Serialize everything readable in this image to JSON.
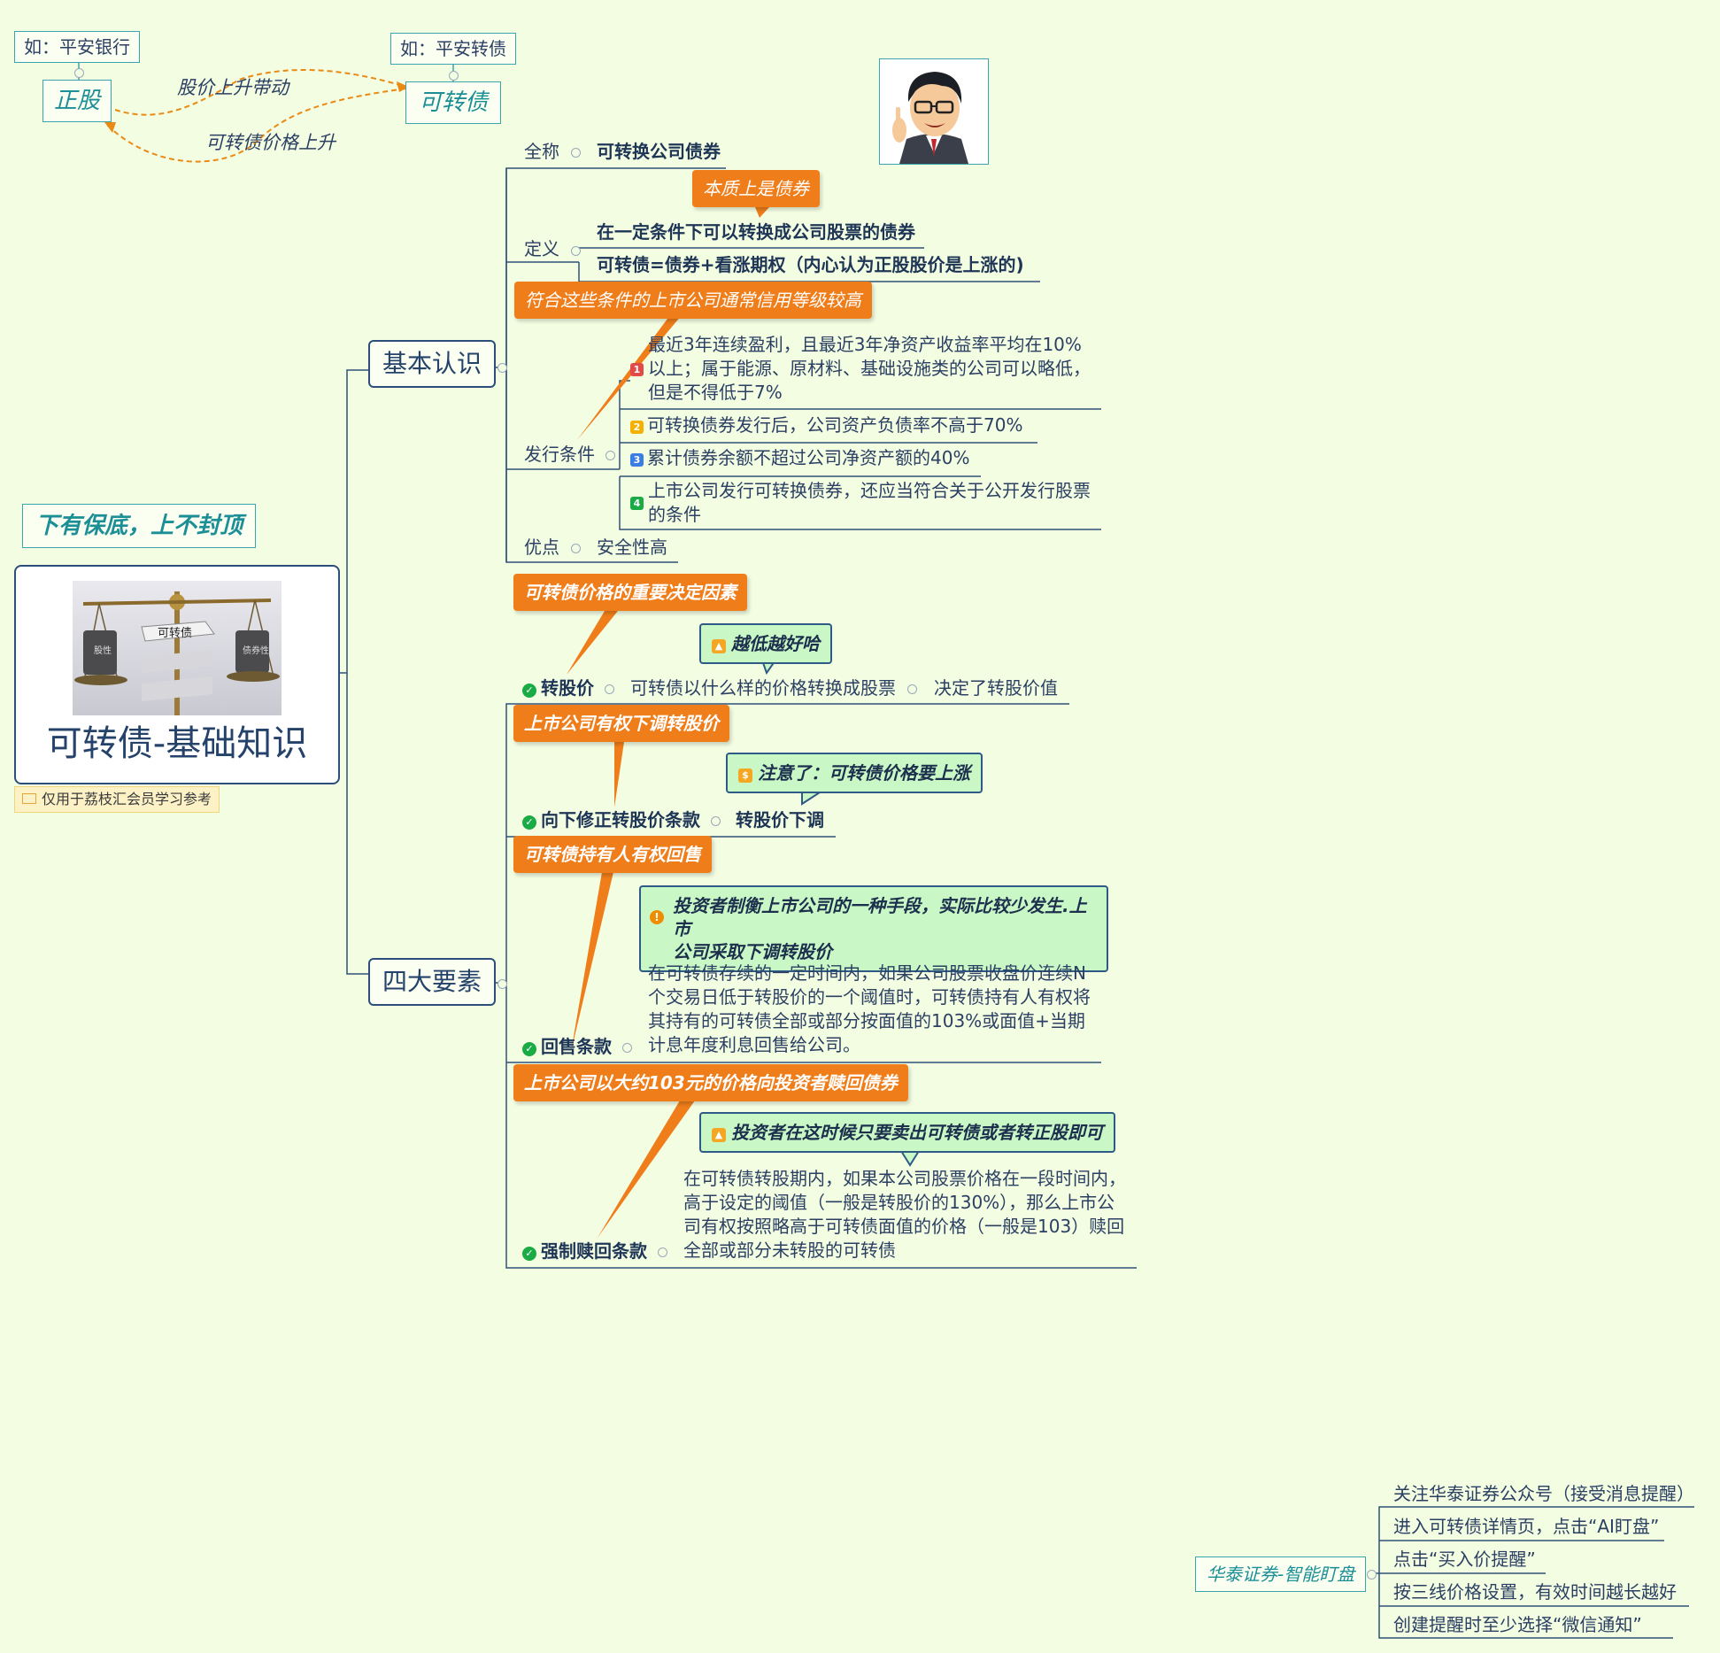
{
  "central": {
    "slogan": "下有保底，上不封顶",
    "title": "可转债-基础知识",
    "note": "仅用于荔枝汇会员学习参考",
    "image_label_center": "可转债",
    "image_label_left": "股性",
    "image_label_right": "债券性"
  },
  "top_relation": {
    "stock_example": "如：平安银行",
    "stock": "正股",
    "bond_example": "如：平安转债",
    "bond": "可转债",
    "arrow_up_label": "股价上升带动",
    "arrow_back_label": "可转债价格上升"
  },
  "basic": {
    "topic": "基本认识",
    "fullname_label": "全称",
    "fullname_value": "可转换公司债券",
    "definition_tag": "本质上是债券",
    "definition_label": "定义",
    "definition_1": "在一定条件下可以转换成公司股票的债券",
    "definition_2": "可转债=债券+看涨期权（内心认为正股股价是上涨的)",
    "issue_tag": "符合这些条件的上市公司通常信用等级较高",
    "issue_label": "发行条件",
    "cond_1_num": "1",
    "cond_1_lines": [
      "最近3年连续盈利，且最近3年净资产收益率平均在10%",
      "以上；属于能源、原材料、基础设施类的公司可以略低，",
      "但是不得低于7%"
    ],
    "cond_2_num": "2",
    "cond_2": "可转换债券发行后，公司资产负债率不高于70%",
    "cond_3_num": "3",
    "cond_3": "累计债券余额不超过公司净资产额的40%",
    "cond_4_num": "4",
    "cond_4_lines": [
      "上市公司发行可转换债券，还应当符合关于公开发行股票",
      "的条件"
    ],
    "advantage_label": "优点",
    "advantage_value": "安全性高"
  },
  "elements": {
    "topic": "四大要素",
    "conv_tag": "可转债价格的重要决定因素",
    "conv_callout": "越低越好哈",
    "conv_label": "转股价",
    "conv_desc": "可转债以什么样的价格转换成股票",
    "conv_result": "决定了转股价值",
    "down_tag": "上市公司有权下调转股价",
    "down_callout": "注意了：可转债价格要上涨",
    "down_label": "向下修正转股价条款",
    "down_result": "转股价下调",
    "put_tag": "可转债持有人有权回售",
    "put_callout_lines": [
      "投资者制衡上市公司的一种手段，实际比较少发生.上市",
      "公司采取下调转股价"
    ],
    "put_label": "回售条款",
    "put_desc_lines": [
      "在可转债存续的一定时间内，如果公司股票收盘价连续N",
      "个交易日低于转股价的一个阈值时，可转债持有人有权将",
      "其持有的可转债全部或部分按面值的103%或面值+当期",
      "计息年度利息回售给公司。"
    ],
    "call_tag": "上市公司以大约103元的价格向投资者赎回债券",
    "call_callout": "投资者在这时候只要卖出可转债或者转正股即可",
    "call_label": "强制赎回条款",
    "call_desc_lines": [
      "在可转债转股期内，如果本公司股票价格在一段时间内，",
      "高于设定的阈值（一般是转股价的130%），那么上市公",
      "司有权按照略高于可转债面值的价格（一般是103）赎回",
      "全部或部分未转股的可转债"
    ]
  },
  "huatai": {
    "label": "华泰证券-智能盯盘",
    "steps": [
      "关注华泰证券公众号（接受消息提醒）",
      "进入可转债详情页，点击“AI盯盘”",
      "点击“买入价提醒”",
      "按三线价格设置，有效时间越长越好",
      "创建提醒时至少选择“微信通知”"
    ]
  },
  "colors": {
    "background": "#f3fde2",
    "orange": "#ef7d1a",
    "navy": "#2b4f7a",
    "callout_green": "#c9f7c5",
    "teal": "#3aa5ad"
  },
  "icons": [
    "cartoon-avatar",
    "balance-scale",
    "check-icon",
    "thumbs-up-icon",
    "dollar-icon",
    "warning-icon",
    "collapse-icon"
  ]
}
